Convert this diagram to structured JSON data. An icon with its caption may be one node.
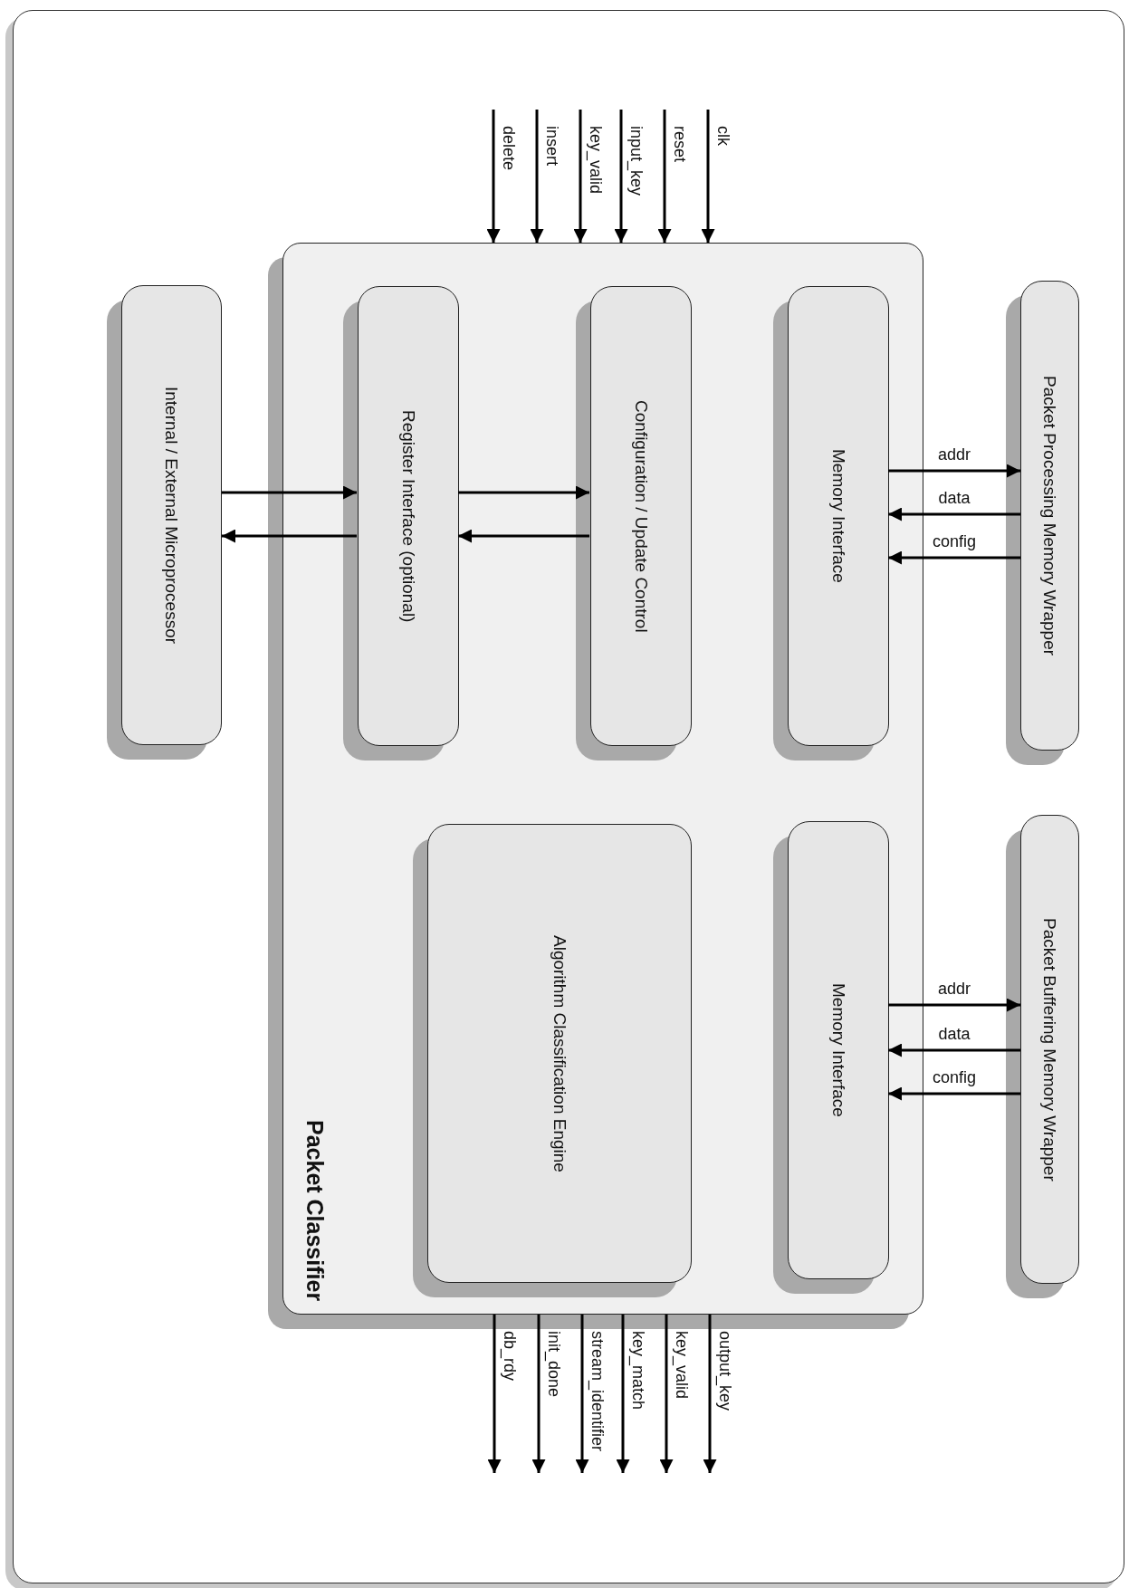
{
  "diagram": {
    "nodes": [
      {
        "text": [
          "Packet Classifier"
        ]
      },
      {
        "text": [
          "Internal / External Microprocessor"
        ]
      },
      {
        "text": [
          "Register Interface (optional)"
        ],
        "in": 0
      },
      {
        "text": [
          "Configuration / Update Control"
        ],
        "in": 0
      },
      {
        "text": [
          "Memory Interface"
        ],
        "in": 0
      },
      {
        "text": [
          "Packet Processing Memory Wrapper"
        ]
      },
      {
        "text": [
          "Algorithm Classification Engine"
        ],
        "in": 0
      },
      {
        "text": [
          "Memory Interface"
        ],
        "in": 0
      },
      {
        "text": [
          "Packet Buffering Memory Wrapper"
        ]
      }
    ],
    "edges": [
      {
        "from": null,
        "to": 0,
        "arrow": "to",
        "label": "delete"
      },
      {
        "from": null,
        "to": 0,
        "arrow": "to",
        "label": "insert"
      },
      {
        "from": null,
        "to": 0,
        "arrow": "to",
        "label": "key_valid"
      },
      {
        "from": null,
        "to": 0,
        "arrow": "to",
        "label": "input_key"
      },
      {
        "from": null,
        "to": 0,
        "arrow": "to",
        "label": "reset"
      },
      {
        "from": null,
        "to": 0,
        "arrow": "to",
        "label": "clk"
      },
      {
        "from": 1,
        "to": 2,
        "arrow": "to"
      },
      {
        "from": 2,
        "to": 1,
        "arrow": "to"
      },
      {
        "from": 2,
        "to": 3,
        "arrow": "to"
      },
      {
        "from": 3,
        "to": 2,
        "arrow": "to"
      },
      {
        "from": 4,
        "to": 5,
        "arrow": "to",
        "label": "addr"
      },
      {
        "from": 5,
        "to": 4,
        "arrow": "to",
        "label": "data"
      },
      {
        "from": 5,
        "to": 4,
        "arrow": "to",
        "label": "config"
      },
      {
        "from": 7,
        "to": 8,
        "arrow": "to",
        "label": "addr"
      },
      {
        "from": 8,
        "to": 7,
        "arrow": "to",
        "label": "data"
      },
      {
        "from": 8,
        "to": 7,
        "arrow": "to",
        "label": "config"
      },
      {
        "from": 0,
        "to": null,
        "arrow": "to",
        "label": "db_rdy"
      },
      {
        "from": 0,
        "to": null,
        "arrow": "to",
        "label": "init_done"
      },
      {
        "from": 0,
        "to": null,
        "arrow": "to",
        "label": "stream_identifier"
      },
      {
        "from": 0,
        "to": null,
        "arrow": "to",
        "label": "key_match"
      },
      {
        "from": 0,
        "to": null,
        "arrow": "to",
        "label": "key_valid"
      },
      {
        "from": 0,
        "to": null,
        "arrow": "to",
        "label": "output_key"
      }
    ]
  }
}
